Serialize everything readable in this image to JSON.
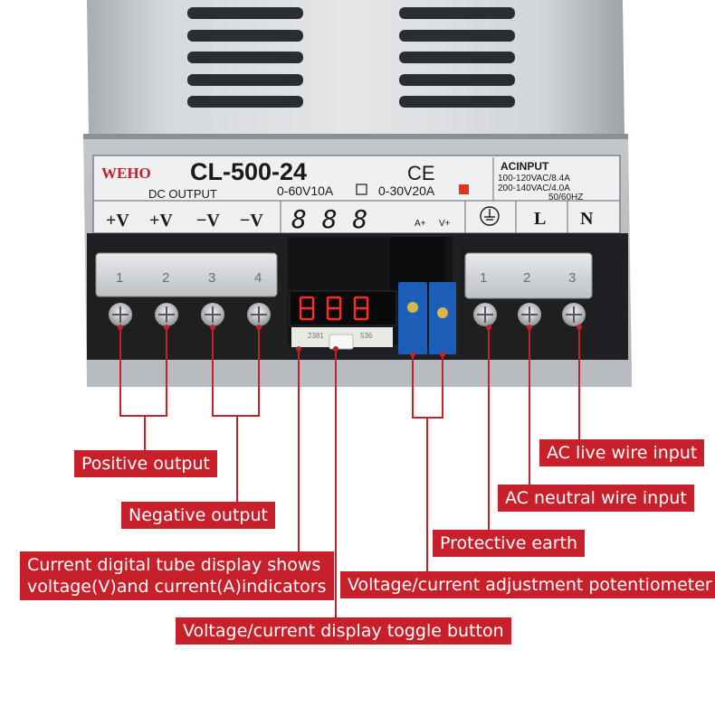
{
  "product": {
    "brand": "WEHO",
    "model": "CL-500-24",
    "ce_mark": "CE",
    "dc_output_label": "DC OUTPUT",
    "range_1": "0-60V10A",
    "range_2": "0-30V20A",
    "ac_input_title": "ACINPUT",
    "ac_spec_1": "100-120VAC/8.4A",
    "ac_spec_2": "200-140VAC/4.0A",
    "ac_spec_3": "50/60HZ",
    "terminal_labels": [
      "+V",
      "+V",
      "−V",
      "−V"
    ],
    "display_digits": "8 8 8",
    "pot_labels": [
      "A+",
      "V+"
    ],
    "ac_terminal_labels": [
      "L",
      "N"
    ],
    "dc_block_numbers": [
      "1",
      "2",
      "3",
      "4"
    ],
    "ac_block_numbers": [
      "1",
      "2",
      "3"
    ],
    "pcb_code": "2381",
    "pcb_code_2": "536"
  },
  "callouts": {
    "positive_output": "Positive output",
    "negative_output": "Negative output",
    "display_line_1": "Current digital tube display shows",
    "display_line_2": "voltage(V)and current(A)indicators",
    "toggle_button": "Voltage/current  display toggle button",
    "ac_live": "AC live  wire input",
    "ac_neutral": "AC neutral wire input",
    "earth": "Protective earth",
    "potentiometer": "Voltage/current adjustment potentiometer"
  },
  "colors": {
    "accent": "#c8202b",
    "case": "#c9cccf",
    "terminal_block": "#1f1f1f",
    "pot_blue": "#1c5fb8"
  }
}
